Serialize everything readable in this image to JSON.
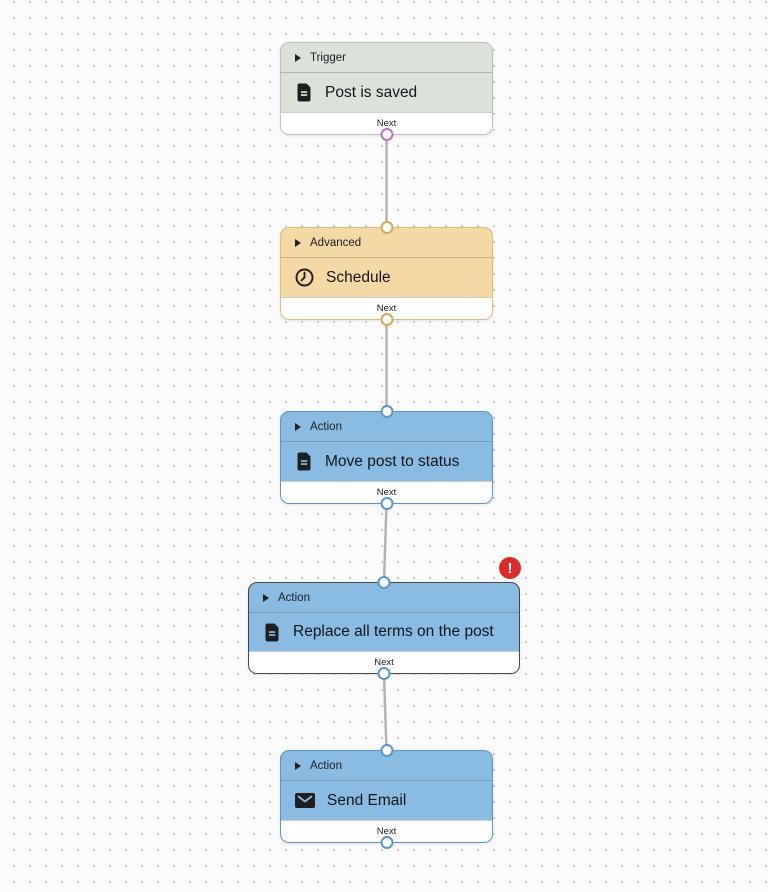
{
  "canvas": {
    "background_color": "#fbfbfb",
    "dot_color": "#cfcfcf",
    "connector_color": "#b3b3b3"
  },
  "nodes": [
    {
      "type": "Trigger",
      "title": "Post is saved",
      "icon": "document-icon",
      "next_label": "Next",
      "ports": {
        "top": false,
        "bottom": true
      },
      "colors": {
        "background": "#dce2da",
        "border": "#bcc2ba",
        "port": "#b07cb8"
      },
      "error": false
    },
    {
      "type": "Advanced",
      "title": "Schedule",
      "icon": "clock-icon",
      "next_label": "Next",
      "ports": {
        "top": true,
        "bottom": true
      },
      "colors": {
        "background": "#f4d9a5",
        "border": "#dcbc80",
        "port": "#d2a95f"
      },
      "error": false
    },
    {
      "type": "Action",
      "title": "Move post to status",
      "icon": "document-icon",
      "next_label": "Next",
      "ports": {
        "top": true,
        "bottom": true
      },
      "colors": {
        "background": "#89bbe3",
        "border": "#5e95c6",
        "port": "#5e95c6"
      },
      "error": false
    },
    {
      "type": "Action",
      "title": "Replace all terms on the post",
      "icon": "document-icon",
      "next_label": "Next",
      "ports": {
        "top": true,
        "bottom": true
      },
      "colors": {
        "background": "#89bbe3",
        "border": "#474747",
        "port": "#5e95c6"
      },
      "error": true,
      "badge": {
        "symbol": "!",
        "color": "#d92b2b"
      }
    },
    {
      "type": "Action",
      "title": "Send Email",
      "icon": "mail-icon",
      "next_label": "Next",
      "ports": {
        "top": true,
        "bottom": true
      },
      "colors": {
        "background": "#89bbe3",
        "border": "#5e95c6",
        "port": "#5e95c6"
      },
      "error": false
    }
  ]
}
